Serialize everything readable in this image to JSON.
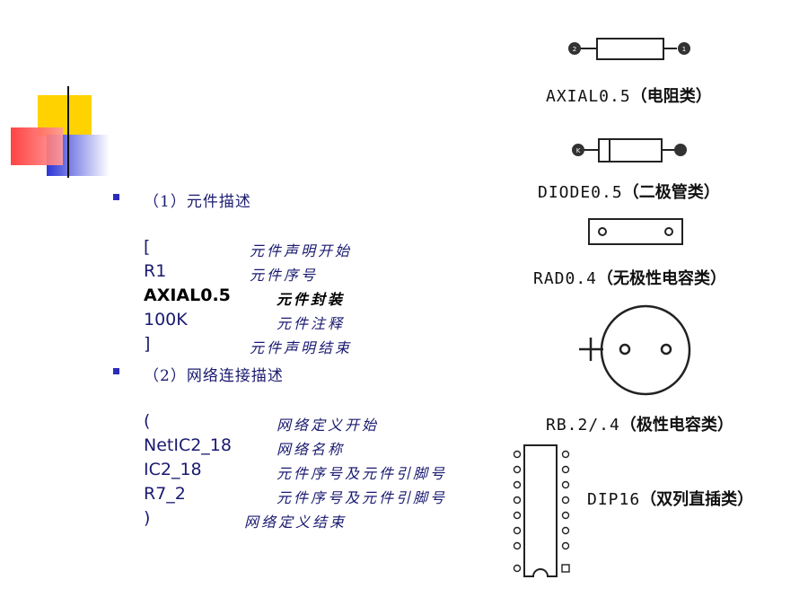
{
  "sections": [
    {
      "heading": "（1）元件描述",
      "lines": [
        {
          "code": "[",
          "note": "元件声明开始"
        },
        {
          "code": "R1",
          "note": "元件序号"
        },
        {
          "code": "AXIAL0.5",
          "note": "元件封装"
        },
        {
          "code": "100K",
          "note": "元件注释"
        },
        {
          "code": "]",
          "note": "元件声明结束"
        }
      ]
    },
    {
      "heading": "（2）网络连接描述",
      "lines": [
        {
          "code": "(",
          "note": "网络定义开始"
        },
        {
          "code": "NetIC2_18",
          "note": "网络名称"
        },
        {
          "code": "IC2_18",
          "note": "元件序号及元件引脚号"
        },
        {
          "code": "R7_2",
          "note": "元件序号及元件引脚号"
        },
        {
          "code": ")",
          "note": "网络定义结束"
        }
      ]
    }
  ],
  "packages": [
    {
      "name": "AXIAL0.5",
      "desc": "（电阻类）",
      "icon": "resistor-axial-footprint-icon"
    },
    {
      "name": "DIODE0.5",
      "desc": "（二极管类）",
      "icon": "diode-footprint-icon"
    },
    {
      "name": "RAD0.4",
      "desc": "（无极性电容类）",
      "icon": "nonpolar-capacitor-footprint-icon"
    },
    {
      "name": "RB.2/.4",
      "desc": "（极性电容类）",
      "icon": "polar-capacitor-footprint-icon"
    },
    {
      "name": "DIP16",
      "desc": "（双列直插类）",
      "icon": "dip16-footprint-icon"
    }
  ],
  "pin_labels": {
    "axial_left": "2",
    "axial_right": "1",
    "diode_left": "K"
  },
  "colors": {
    "text_blue": "#1a1a70",
    "bullet": "#2b2bbb",
    "deco_yellow": "#ffd200",
    "deco_red": "#ff4a4a",
    "deco_blue": "#2d35d6"
  }
}
